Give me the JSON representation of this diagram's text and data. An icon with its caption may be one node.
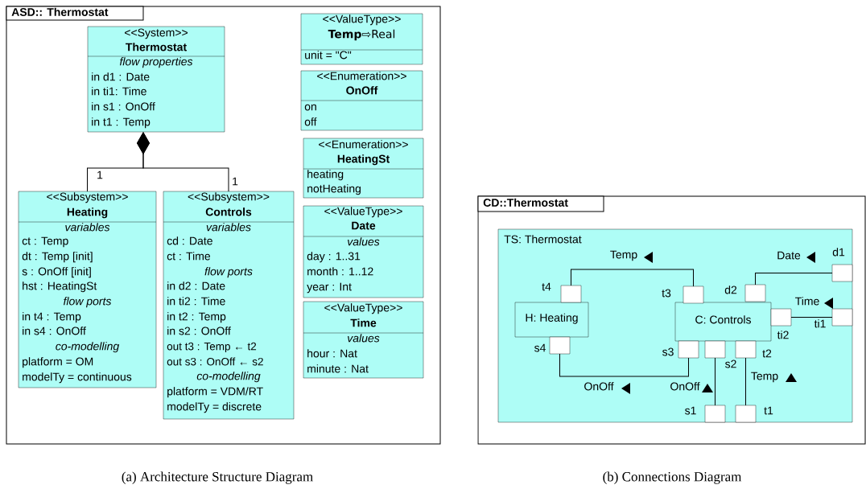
{
  "diagram": {
    "nodes": [
      {
        "text": [
          "ASD:: Thermostat"
        ]
      },
      {
        "text": [
          "<<System>>",
          "Thermostat",
          "flow properties",
          "in d1 : Date",
          "in ti1: Time",
          "in s1 : OnOff",
          "in t1 : Temp"
        ],
        "in": 0
      },
      {
        "text": [
          "<<Subsystem>>",
          "Heating",
          "variables",
          "ct : Temp",
          "dt : Temp [init]",
          "s : OnOff [init]",
          "hst : HeatingSt",
          "flow ports",
          "in t4 : Temp",
          "in s4 : OnOff",
          "co-modelling",
          "platform = OM",
          "modelTy = continuous"
        ],
        "in": 0
      },
      {
        "text": [
          "<<Subsystem>>",
          "Controls",
          "variables",
          "cd : Date",
          "ct : Time",
          "flow ports",
          "in d2 : Date",
          "in ti2 : Time",
          "in t2 : Temp",
          "in s2 : OnOff",
          "out t3 : Temp ← t2",
          "out s3 : OnOff ← s2",
          "co-modelling",
          "platform = VDM/RT",
          "modelTy = discrete"
        ],
        "in": 0
      },
      {
        "text": [
          "<<ValueType>>",
          "**Temp**⇨Real",
          "unit = \"C\""
        ],
        "in": 0
      },
      {
        "text": [
          "<<Enumeration>>",
          "OnOff",
          "on",
          "off"
        ],
        "in": 0
      },
      {
        "text": [
          "<<Enumeration>>",
          "HeatingSt",
          "heating",
          "notHeating"
        ],
        "in": 0
      },
      {
        "text": [
          "<<ValueType>>",
          "Date",
          "values",
          "day : 1..31",
          "month : 1..12",
          "year : Int"
        ],
        "in": 0
      },
      {
        "text": [
          "<<ValueType>>",
          "Time",
          "values",
          "hour : Nat",
          "minute : Nat"
        ],
        "in": 0
      },
      {
        "text": [
          "CD::Thermostat"
        ]
      },
      {
        "text": [
          "TS: Thermostat"
        ],
        "in": 9
      },
      {
        "text": [
          "H: Heating"
        ],
        "in": 10
      },
      {
        "text": [
          "C: Controls"
        ],
        "in": 10
      },
      {
        "text": [],
        "shape": "box",
        "beside": [
          "t4"
        ],
        "in": 10
      },
      {
        "text": [],
        "shape": "box",
        "beside": [
          "t3"
        ],
        "in": 10
      },
      {
        "text": [],
        "shape": "box",
        "beside": [
          "d2"
        ],
        "in": 10
      },
      {
        "text": [],
        "shape": "box",
        "beside": [
          "d1"
        ],
        "in": 10
      },
      {
        "text": [],
        "shape": "box",
        "beside": [
          "ti2"
        ],
        "in": 10
      },
      {
        "text": [],
        "shape": "box",
        "beside": [
          "ti1"
        ],
        "in": 10
      },
      {
        "text": [],
        "shape": "box",
        "beside": [
          "s4"
        ],
        "in": 10
      },
      {
        "text": [],
        "shape": "box",
        "beside": [
          "s3"
        ],
        "in": 10
      },
      {
        "text": [],
        "shape": "box",
        "beside": [
          "s2"
        ],
        "in": 10
      },
      {
        "text": [],
        "shape": "box",
        "beside": [
          "t2"
        ],
        "in": 10
      },
      {
        "text": [],
        "shape": "box",
        "beside": [
          "s1"
        ],
        "in": 10
      },
      {
        "text": [],
        "shape": "box",
        "beside": [
          "t1"
        ],
        "in": 10
      }
    ],
    "edges": [
      {
        "from": 1,
        "to": 2,
        "arrow": "other",
        "label": "1"
      },
      {
        "from": 1,
        "to": 3,
        "arrow": "other",
        "label": "1"
      },
      {
        "from": 13,
        "to": 14,
        "arrow": "none",
        "label": "Temp"
      },
      {
        "from": 15,
        "to": 16,
        "arrow": "none",
        "label": "Date"
      },
      {
        "from": 17,
        "to": 18,
        "arrow": "none",
        "label": "Time"
      },
      {
        "from": 19,
        "to": 20,
        "arrow": "none",
        "label": "OnOff"
      },
      {
        "from": 21,
        "to": 23,
        "arrow": "none",
        "label": "OnOff"
      },
      {
        "from": 22,
        "to": 24,
        "arrow": "none",
        "label": "Temp"
      }
    ],
    "labels": [
      "(a) Architecture Structure Diagram",
      "(b) Connections Diagram"
    ]
  }
}
